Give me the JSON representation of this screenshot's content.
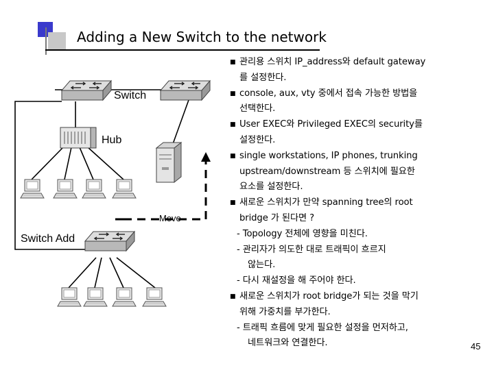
{
  "slide": {
    "title": "Adding a New Switch to the network",
    "page_number": "45"
  },
  "diagram": {
    "label_switch": "Switch",
    "label_hub": "Hub",
    "label_move": "Move",
    "label_switch_add": "Switch Add"
  },
  "bullets": [
    {
      "type": "bullet",
      "text": "관리용 스위치 IP_address와 default gateway"
    },
    {
      "type": "cont",
      "text": "를 설정한다."
    },
    {
      "type": "bullet",
      "text": "console, aux, vty 중에서 접속 가능한 방법을"
    },
    {
      "type": "cont",
      "text": "선택한다."
    },
    {
      "type": "bullet",
      "text": "User EXEC와 Privileged EXEC의 security를"
    },
    {
      "type": "cont",
      "text": "설정한다."
    },
    {
      "type": "bullet",
      "text": "single workstations, IP phones, trunking"
    },
    {
      "type": "cont",
      "text": " upstream/downstream 등 스위치에 필요한"
    },
    {
      "type": "cont",
      "text": " 요소를 설정한다."
    },
    {
      "type": "bullet",
      "text": "새로운 스위치가 만약 spanning tree의 root"
    },
    {
      "type": "cont",
      "text": "bridge 가 된다면 ?"
    },
    {
      "type": "sub",
      "text": "- Topology 전체에 영향을 미친다."
    },
    {
      "type": "sub",
      "text": "- 관리자가 의도한 대로 트래픽이 흐르지"
    },
    {
      "type": "subcont",
      "text": "않는다."
    },
    {
      "type": "sub",
      "text": "- 다시 재설정을 해 주어야 한다."
    },
    {
      "type": "bullet",
      "text": "새로운 스위치가 root bridge가 되는 것을 막기"
    },
    {
      "type": "cont",
      "text": "위해 가중치를 부가한다."
    },
    {
      "type": "sub",
      "text": "- 트래픽 흐름에 맞게 필요한 설정을 먼저하고,"
    },
    {
      "type": "subcont",
      "text": "네트워크와 연결한다."
    }
  ]
}
